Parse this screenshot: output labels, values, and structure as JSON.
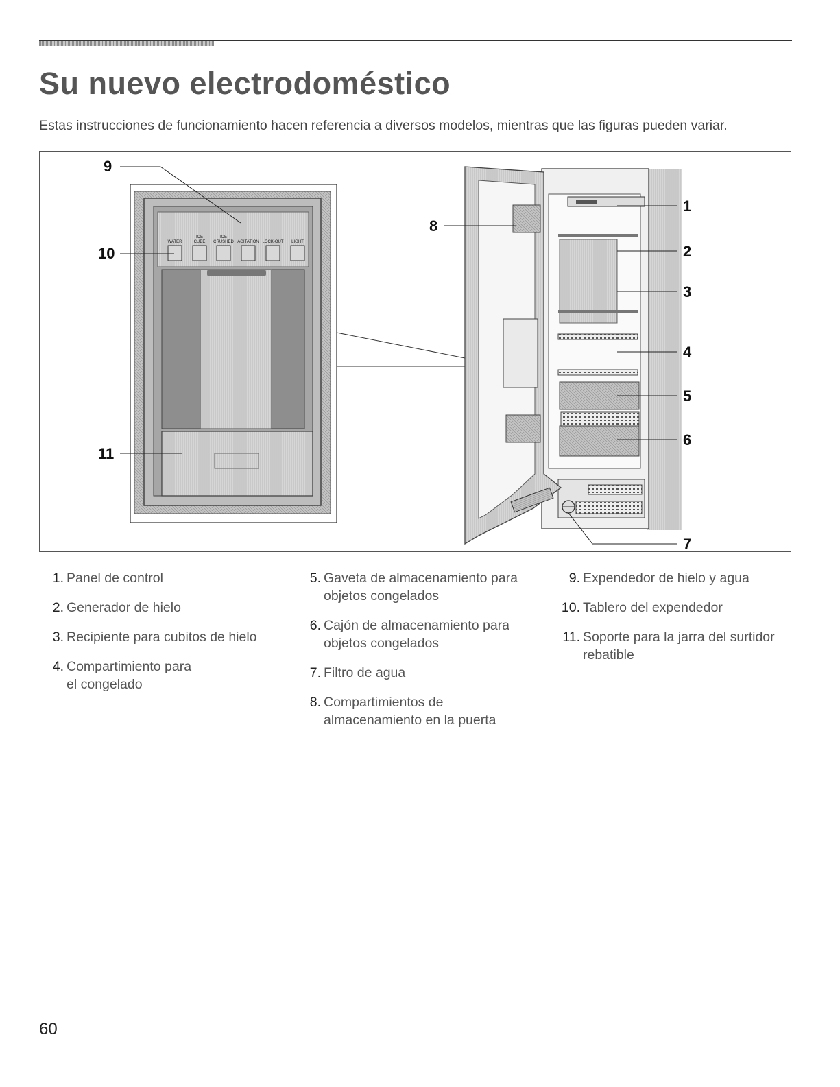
{
  "page": {
    "title": "Su nuevo electrodoméstico",
    "intro": "Estas instrucciones de funcionamiento hacen referencia a diversos modelos, mientras que las figuras pueden variar.",
    "page_number": "60"
  },
  "figure": {
    "callouts": [
      "1",
      "2",
      "3",
      "4",
      "5",
      "6",
      "7",
      "8",
      "9",
      "10",
      "11"
    ],
    "dispenser_buttons": [
      {
        "line1": "",
        "line2": "WATER"
      },
      {
        "line1": "ICE",
        "line2": "CUBE"
      },
      {
        "line1": "ICE",
        "line2": "CRUSHED"
      },
      {
        "line1": "",
        "line2": "AGITATION"
      },
      {
        "line1": "",
        "line2": "LOCK-OUT"
      },
      {
        "line1": "",
        "line2": "LIGHT"
      }
    ]
  },
  "legend": {
    "col1": [
      {
        "num": "1.",
        "text": "Panel de control"
      },
      {
        "num": "2.",
        "text": "Generador de hielo"
      },
      {
        "num": "3.",
        "text": "Recipiente para cubitos de hielo"
      },
      {
        "num": "4.",
        "text": "Compartimiento para",
        "text2": "el congelado"
      }
    ],
    "col2": [
      {
        "num": "5.",
        "text": "Gaveta de almacenamiento para",
        "text2": "objetos congelados"
      },
      {
        "num": "6.",
        "text": "Cajón de almacenamiento para",
        "text2": "objetos congelados"
      },
      {
        "num": "7.",
        "text": "Filtro de agua"
      },
      {
        "num": "8.",
        "text": "Compartimientos de",
        "text2": "almacenamiento en la puerta"
      }
    ],
    "col3": [
      {
        "num": "9.",
        "text": "Expendedor de hielo y agua"
      },
      {
        "num": "10.",
        "text": "Tablero del expendedor"
      },
      {
        "num": "11.",
        "text": "Soporte para la jarra del surtidor",
        "text2": "rebatible"
      }
    ]
  }
}
